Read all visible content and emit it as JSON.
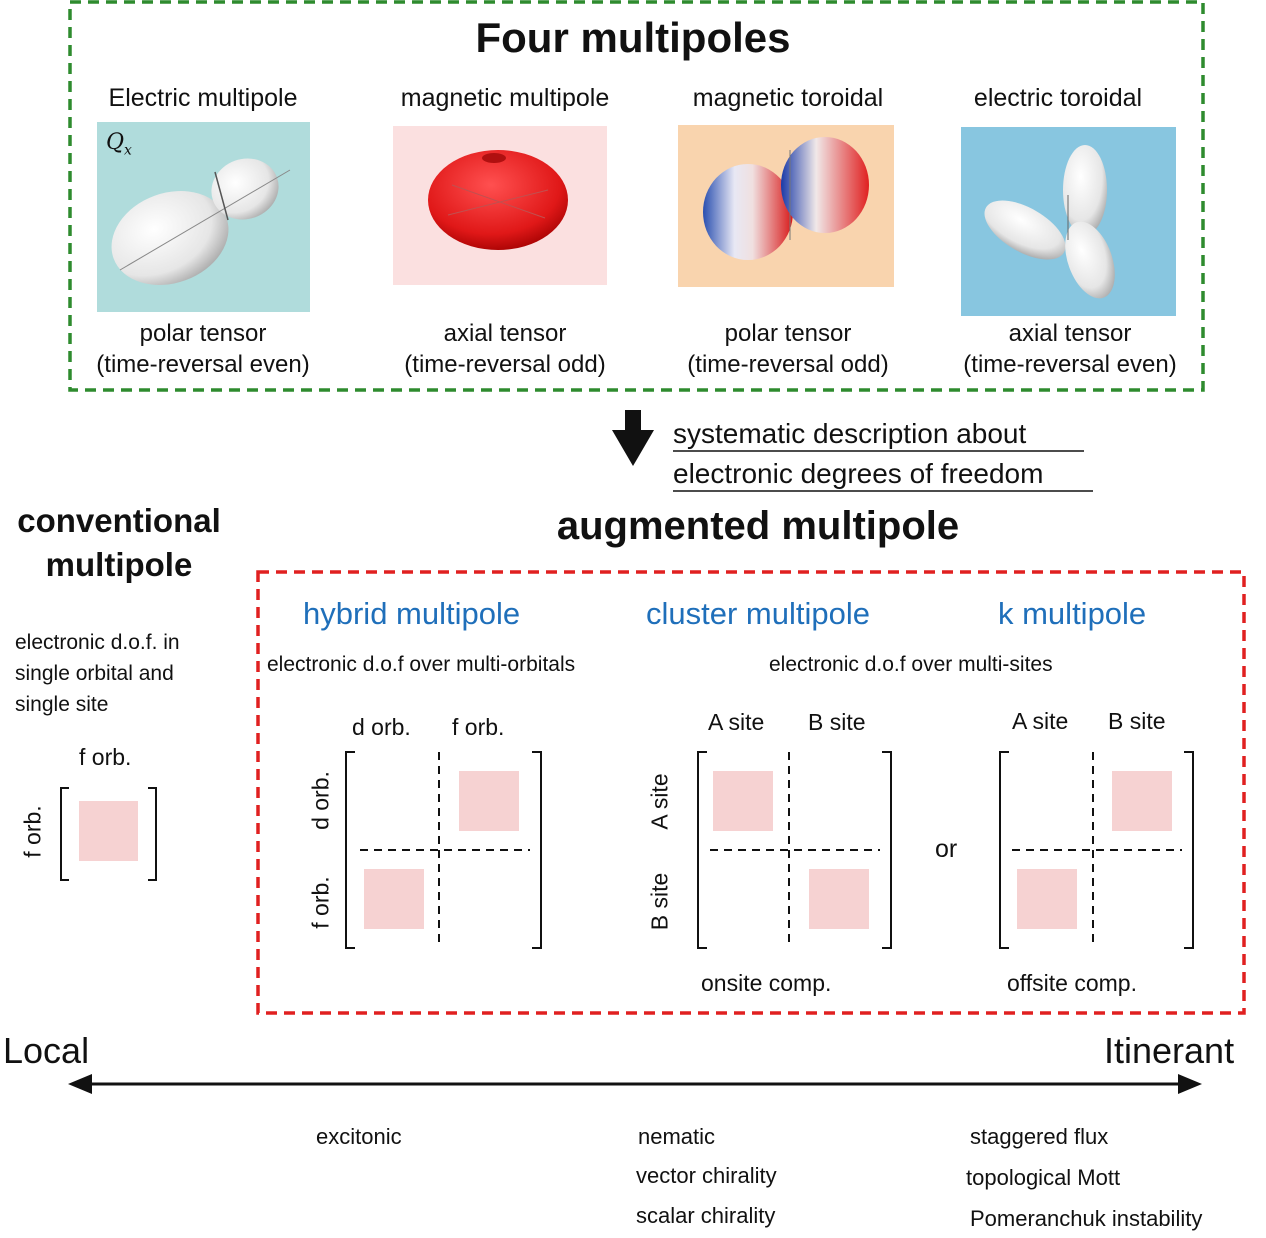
{
  "top": {
    "title": "Four multipoles",
    "panels": [
      {
        "name": "Electric multipole",
        "symbol": "Qx",
        "symbol_sub": "x",
        "symbol_main": "Q",
        "caption1": "polar tensor",
        "caption2": "(time-reversal even)",
        "bg": "#b0dcdc"
      },
      {
        "name": "magnetic multipole",
        "caption1": "axial tensor",
        "caption2": "(time-reversal odd)",
        "bg": "#fbe0e0"
      },
      {
        "name": "magnetic toroidal",
        "caption1": "polar tensor",
        "caption2": "(time-reversal odd)",
        "bg": "#f9d4ae"
      },
      {
        "name": "electric toroidal",
        "caption1": "axial tensor",
        "caption2": "(time-reversal even)",
        "bg": "#88c6e0"
      }
    ],
    "border_color": "#2e8b2e"
  },
  "arrow_text": {
    "line1": "systematic description about",
    "line2": "electronic degrees of freedom"
  },
  "conventional": {
    "title_line1": "conventional",
    "title_line2": "multipole",
    "desc1": "electronic d.o.f. in",
    "desc2": "single orbital and",
    "desc3": "single site",
    "col_label": "f orb.",
    "row_label": "f orb."
  },
  "augmented": {
    "title": "augmented multipole",
    "border_color": "#e02020",
    "hybrid": {
      "title": "hybrid multipole",
      "desc": "electronic d.o.f over multi-orbitals",
      "col1": "d orb.",
      "col2": "f orb.",
      "row1": "d orb.",
      "row2": "f orb."
    },
    "cluster": {
      "title": "cluster multipole",
      "desc": "electronic d.o.f over multi-sites",
      "col1": "A site",
      "col2": "B site",
      "row1": "A site",
      "row2": "B site",
      "caption": "onsite comp."
    },
    "or_text": "or",
    "k": {
      "title": "k multipole",
      "col1": "A site",
      "col2": "B site",
      "caption": "offsite comp."
    },
    "accent_blue": "#1f6fba",
    "pink": "#f6d2d2"
  },
  "axis": {
    "left": "Local",
    "right": "Itinerant"
  },
  "examples": {
    "col1": [
      "excitonic"
    ],
    "col2": [
      "nematic",
      "vector chirality",
      "scalar chirality"
    ],
    "col3": [
      "staggered flux",
      "topological Mott",
      "Pomeranchuk instability"
    ]
  }
}
